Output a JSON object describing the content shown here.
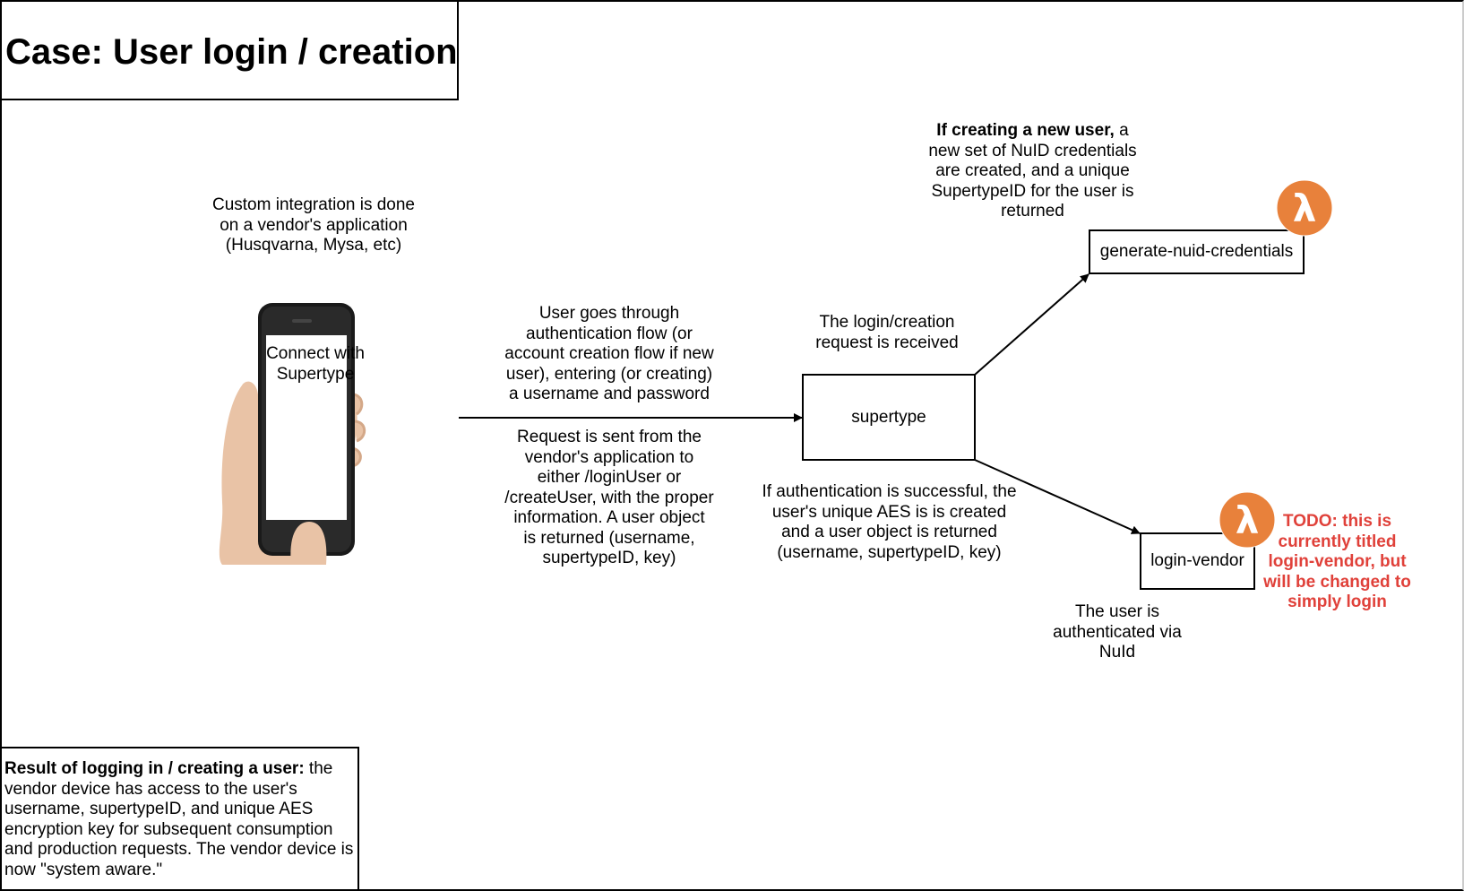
{
  "title": "Case: User login / creation",
  "phone": {
    "caption": [
      "Custom integration is done",
      "on a vendor's application",
      "(Husqvarna, Mysa, etc)"
    ],
    "screen_text": [
      "Connect with",
      "Supertype"
    ]
  },
  "flow_text": {
    "above": [
      "User goes through",
      "authentication flow (or",
      "account creation flow if new",
      "user), entering (or creating)",
      "a username and password"
    ],
    "below": [
      "Request is sent from the",
      "vendor's application to",
      "either /loginUser or",
      "/createUser, with the proper",
      "information. A user object",
      "is returned (username,",
      "supertypeID, key)"
    ]
  },
  "supertype": {
    "label": "supertype",
    "above": [
      "The login/creation",
      "request is received"
    ],
    "below": [
      "If authentication is successful, the",
      "user's unique AES is is created",
      "and a user object is returned",
      "(username, supertypeID, key)"
    ]
  },
  "generate": {
    "label": "generate-nuid-credentials",
    "note_bold": "If creating a new user,",
    "note_lines": [
      " a",
      "new set of NuID credentials",
      "are created, and a unique",
      "SupertypeID for the user is",
      "returned"
    ]
  },
  "login": {
    "label": "login-vendor",
    "below": [
      "The user is",
      "authenticated via",
      "NuId"
    ],
    "todo": [
      "TODO: this is",
      "currently titled",
      "login-vendor, but",
      "will be changed to",
      "simply login"
    ]
  },
  "result": {
    "bold": "Result of logging in / creating a user:",
    "text": " the vendor device has access to the user's username, supertypeID, and unique AES encryption key for subsequent consumption and production requests. The vendor device is now \"system aware.\""
  },
  "lambda_icon": {
    "symbol": "λ",
    "color": "#e8813b"
  }
}
